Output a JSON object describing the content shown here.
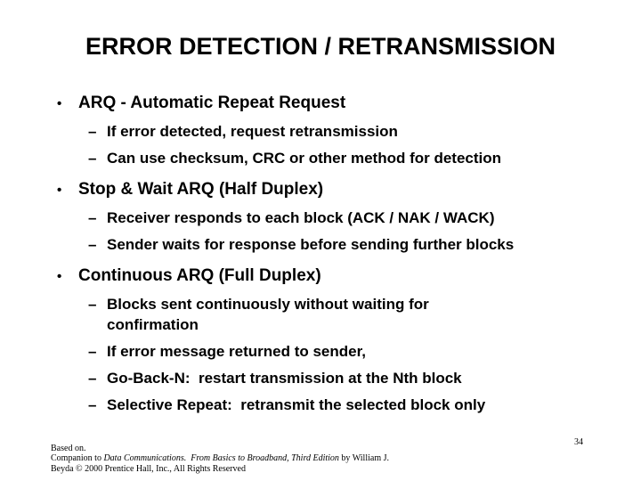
{
  "slide": {
    "title": "ERROR DETECTION / RETRANSMISSION",
    "bullet_char": "•",
    "dash_char": "–",
    "bullets": [
      {
        "label": "ARQ - Automatic Repeat Request",
        "subs": [
          "If error detected, request retransmission",
          "Can use checksum, CRC or other method for detection"
        ]
      },
      {
        "label": "Stop & Wait ARQ (Half Duplex)",
        "subs": [
          "Receiver responds to each block (ACK / NAK / WACK)",
          "Sender waits for response before sending further blocks"
        ]
      },
      {
        "label": "Continuous ARQ (Full Duplex)",
        "subs": [
          "Blocks sent continuously without waiting for\nconfirmation",
          "If error message returned to sender,",
          "Go-Back-N:  restart transmission at the Nth block",
          "Selective Repeat:  retransmit the selected block only"
        ]
      }
    ],
    "footer": {
      "line1": "Based on.",
      "line2_prefix": "Companion to ",
      "line2_book_title": "Data Communications.  From Basics to Broadband, Third Edition",
      "line2_suffix": " by William J.",
      "line3": "Beyda © 2000 Prentice Hall, Inc., All Rights Reserved"
    },
    "page_number": "34"
  }
}
